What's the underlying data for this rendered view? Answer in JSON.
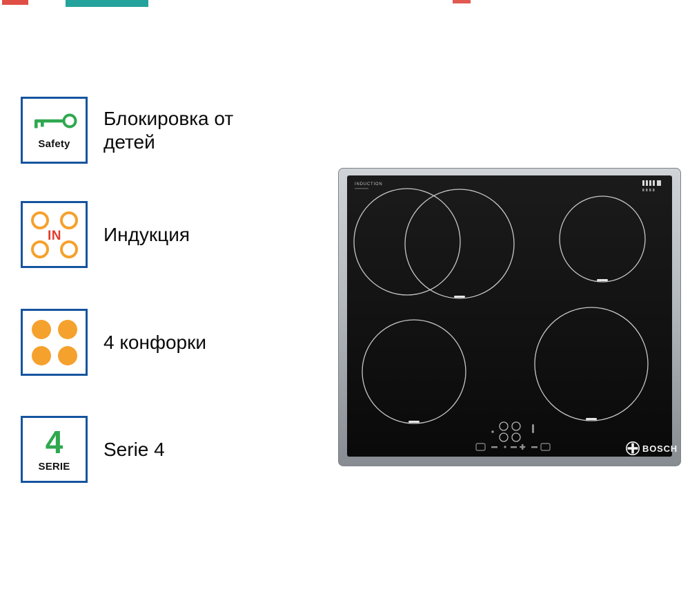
{
  "features": [
    {
      "label": "Блокировка от детей",
      "badge": {
        "caption": "Safety"
      }
    },
    {
      "label": "Индукция",
      "badge": {
        "text": "IN"
      }
    },
    {
      "label": "4 конфорки",
      "badge": {}
    },
    {
      "label": "Serie 4",
      "badge": {
        "number": "4",
        "caption": "SERIE"
      }
    }
  ],
  "product": {
    "brand": "BOSCH",
    "surface_print": "INDUCTION"
  },
  "icons": [
    "key-icon",
    "induction-rings-icon",
    "four-burners-icon",
    "serie-4-icon",
    "bosch-logo"
  ],
  "colors": {
    "badge_border": "#15549E",
    "orange": "#F5A12D",
    "green": "#2FA84F",
    "red": "#E23B2E",
    "teal_fragment": "#23A39C",
    "red_fragment": "#D93025",
    "hob_black": "#0F0F0F",
    "steel_frame": "#B4B9BE"
  }
}
